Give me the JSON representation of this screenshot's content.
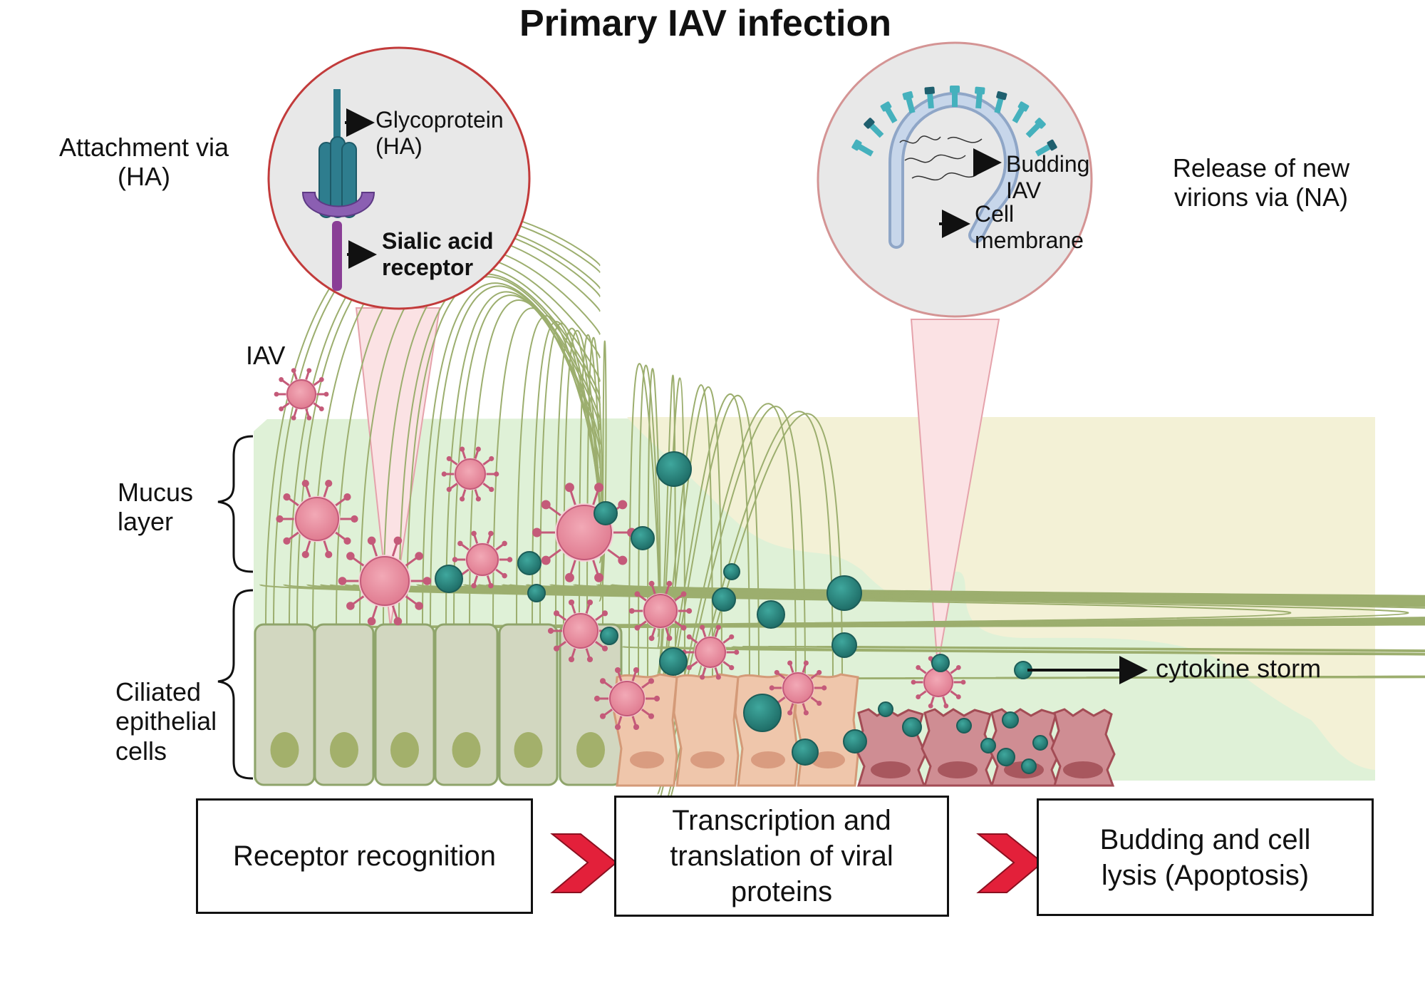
{
  "title": "Primary IAV infection",
  "labels": {
    "attachment": "Attachment via\n(HA)",
    "release": "Release of new\nvirions via (NA)",
    "iav": "IAV",
    "mucus": "Mucus\nlayer",
    "ciliated": "Ciliated\nepithelial\ncells",
    "cytokine": "cytokine storm"
  },
  "inset_left": {
    "glycoprotein": "Glycoprotein\n(HA)",
    "sialic": "Sialic acid\nreceptor"
  },
  "inset_right": {
    "budding": "Budding\nIAV",
    "membrane": "Cell\nmembrane"
  },
  "steps": [
    {
      "label": "Receptor recognition"
    },
    {
      "label": "Transcription and\ntranslation of viral\nproteins"
    },
    {
      "label": "Budding and cell\nlysis (Apoptosis)"
    }
  ],
  "colors": {
    "virus_pink": "#e8889a",
    "virus_spike": "#c45a79",
    "cytokine_teal": "#2f8a83",
    "mucus_green": "#dff1d7",
    "mucus_yellow": "#f3f1d6",
    "healthy_cell": "#d2d7c0",
    "infected_cell": "#efc6ab",
    "lysed_cell": "#cf8d93",
    "arrow_red": "#e3203a"
  }
}
